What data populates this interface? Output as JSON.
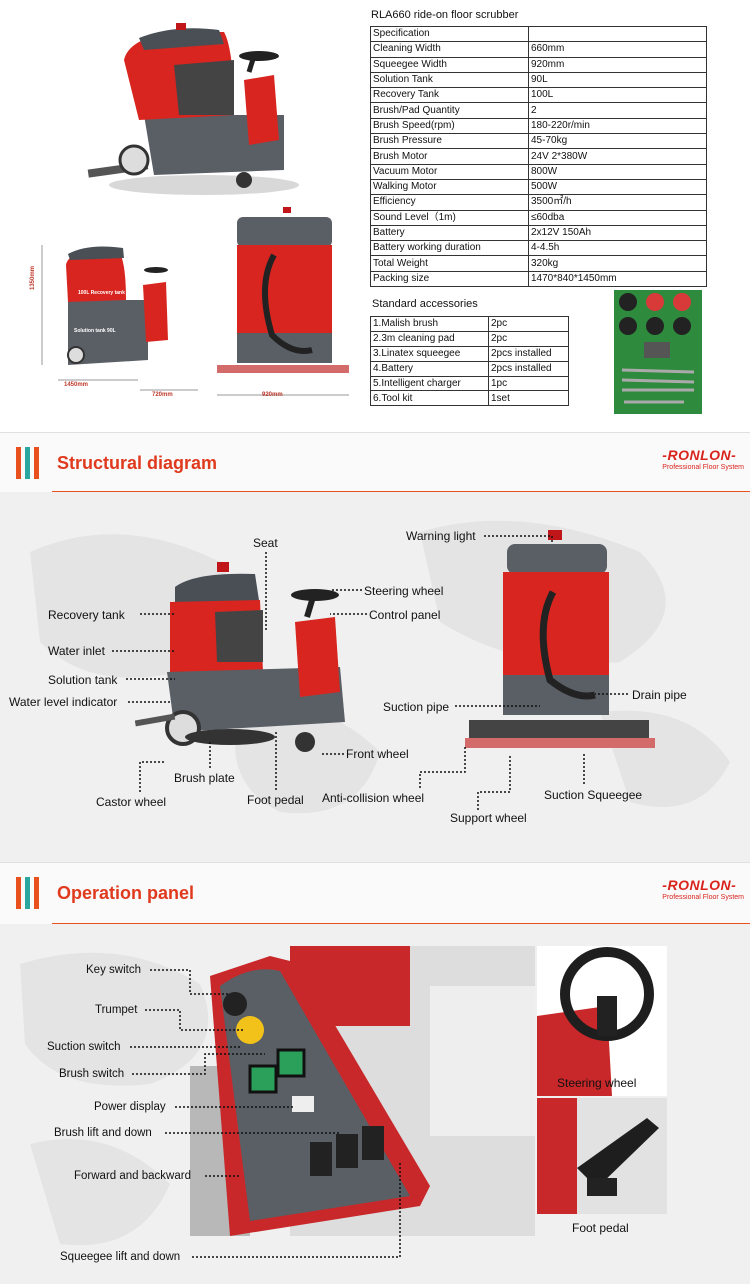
{
  "product_title": "RLA660 ride-on floor scrubber",
  "specs": [
    [
      "Specification",
      ""
    ],
    [
      "Cleaning Width",
      "660mm"
    ],
    [
      "Squeegee Width",
      "920mm"
    ],
    [
      "Solution Tank",
      "90L"
    ],
    [
      "Recovery Tank",
      "100L"
    ],
    [
      "Brush/Pad Quantity",
      "2"
    ],
    [
      "Brush Speed(rpm)",
      "180-220r/min"
    ],
    [
      "Brush Pressure",
      "45-70kg"
    ],
    [
      "Brush Motor",
      "24V 2*380W"
    ],
    [
      "Vacuum Motor",
      "800W"
    ],
    [
      "Walking Motor",
      "500W"
    ],
    [
      "Efficiency",
      "3500㎡/h"
    ],
    [
      "Sound Level（1m)",
      "≤60dba"
    ],
    [
      "Battery",
      "2x12V 150Ah"
    ],
    [
      "Battery working duration",
      "4-4.5h"
    ],
    [
      "Total Weight",
      "320kg"
    ],
    [
      "Packing size",
      "1470*840*1450mm"
    ]
  ],
  "accessories_title": "Standard accessories",
  "accessories": [
    [
      "1.Malish brush",
      "2pc"
    ],
    [
      "2.3m cleaning pad",
      "2pc"
    ],
    [
      "3.Linatex squeegee",
      "2pcs installed"
    ],
    [
      "4.Battery",
      "2pcs installed"
    ],
    [
      "5.Intelligent charger",
      "1pc"
    ],
    [
      "6.Tool kit",
      "1set"
    ]
  ],
  "dimensions": {
    "height": "1350mm",
    "length": "1450mm",
    "width": "720mm",
    "squeegee": "920mm",
    "recovery_tank": "100L Recovery tank",
    "solution_tank": "Solution tank 90L"
  },
  "brand": {
    "name": "-RONLON-",
    "tagline": "Professional Floor System"
  },
  "structural": {
    "title": "Structural diagram",
    "labels": {
      "seat": "Seat",
      "steering_wheel": "Steering wheel",
      "control_panel": "Control panel",
      "recovery_tank": "Recovery tank",
      "water_inlet": "Water inlet",
      "solution_tank": "Solution tank",
      "water_level": "Water level indicator",
      "front_wheel": "Front wheel",
      "brush_plate": "Brush plate",
      "castor_wheel": "Castor wheel",
      "foot_pedal": "Foot pedal",
      "warning_light": "Warning light",
      "drain_pipe": "Drain pipe",
      "suction_pipe": "Suction pipe",
      "anti_collision": "Anti-collision wheel",
      "suction_squeegee": "Suction Squeegee",
      "support_wheel": "Support wheel"
    }
  },
  "operation": {
    "title": "Operation panel",
    "labels": {
      "key_switch": "Key switch",
      "trumpet": "Trumpet",
      "suction_switch": "Suction switch",
      "brush_switch": "Brush switch",
      "power_display": "Power display",
      "brush_lift": "Brush lift and down",
      "forward_backward": "Forward and backward",
      "squeegee_lift": "Squeegee lift and down",
      "steering_wheel": "Steering wheel",
      "foot_pedal": "Foot pedal"
    }
  },
  "colors": {
    "accent": "#e03a1e",
    "machine_red": "#d8251f",
    "machine_grey": "#5a5f66"
  }
}
